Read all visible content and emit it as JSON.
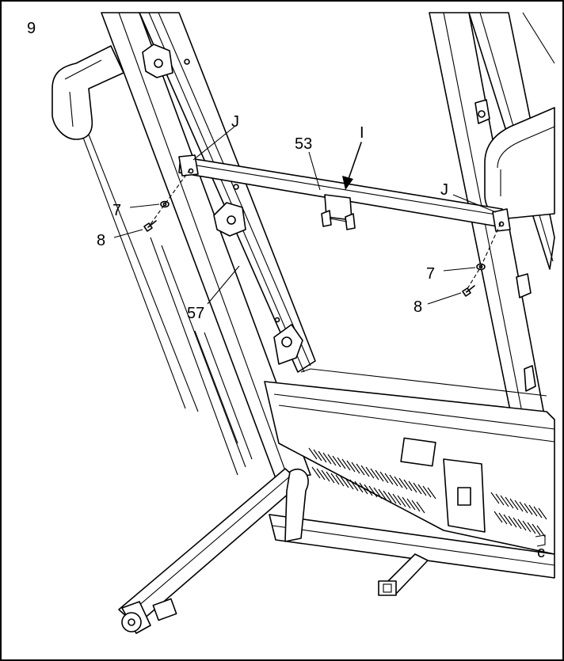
{
  "step_number": "9",
  "callouts": {
    "crossbar": "53",
    "arrow_label": "I",
    "uprights": "57",
    "left_bracket": "J",
    "right_bracket": "J",
    "left_washer": "7",
    "left_bolt": "8",
    "right_washer": "7",
    "right_bolt": "8"
  }
}
